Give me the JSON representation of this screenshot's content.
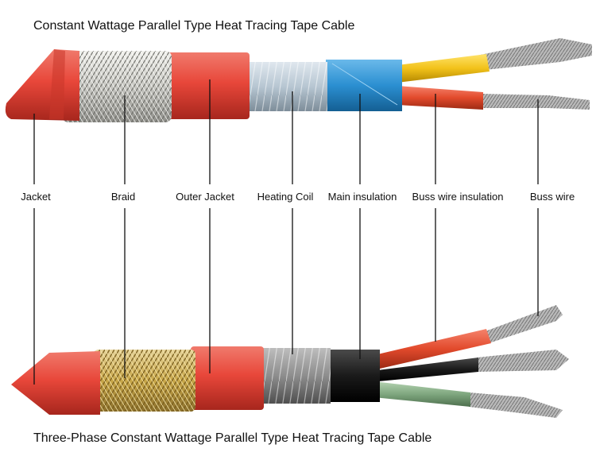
{
  "title_top": "Constant Wattage Parallel Type Heat Tracing Tape Cable",
  "title_bottom": "Three-Phase Constant Wattage Parallel Type Heat Tracing Tape Cable",
  "labels": [
    "Jacket",
    "Braid",
    "Outer Jacket",
    "Heating Coil",
    "Main insulation",
    "Buss wire insulation",
    "Buss wire"
  ],
  "colors": {
    "jacket_red": "#e8473a",
    "braid_silver": "#c9c9c4",
    "braid_gold": "#c9a84a",
    "coil_silver": "#b7c6d2",
    "coil_gray": "#8d8d8d",
    "main_insulation_blue": "#2b8fd1",
    "main_insulation_black": "#1a1a1a",
    "buss_yellow": "#f2c21a",
    "buss_red": "#e24a2c",
    "buss_green": "#7fa77f",
    "wire_strands": "#b8b8b8"
  }
}
